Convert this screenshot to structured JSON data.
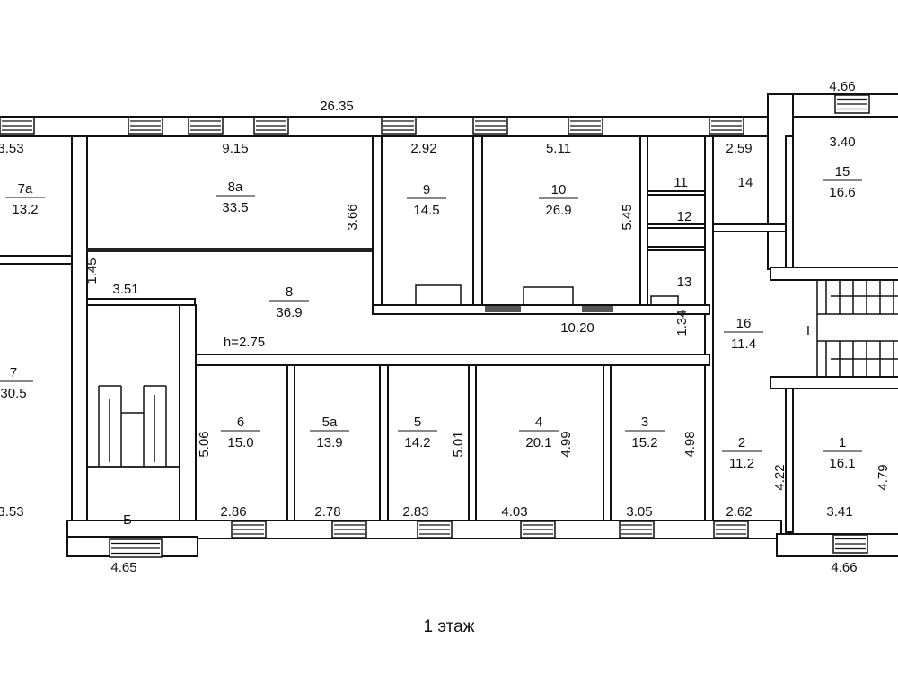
{
  "caption": "1 этаж",
  "ceiling_height": "h=2.75",
  "rooms": [
    {
      "id": "7a",
      "area": "13.2"
    },
    {
      "id": "7",
      "area": "30.5"
    },
    {
      "id": "8a",
      "area": "33.5"
    },
    {
      "id": "8",
      "area": "36.9"
    },
    {
      "id": "9",
      "area": "14.5"
    },
    {
      "id": "10",
      "area": "26.9"
    },
    {
      "id": "11",
      "area": ""
    },
    {
      "id": "12",
      "area": ""
    },
    {
      "id": "13",
      "area": ""
    },
    {
      "id": "14",
      "area": ""
    },
    {
      "id": "15",
      "area": "16.6"
    },
    {
      "id": "16",
      "area": "11.4"
    },
    {
      "id": "6",
      "area": "15.0"
    },
    {
      "id": "5a",
      "area": "13.9"
    },
    {
      "id": "5",
      "area": "14.2"
    },
    {
      "id": "4",
      "area": "20.1"
    },
    {
      "id": "3",
      "area": "15.2"
    },
    {
      "id": "2",
      "area": "11.2"
    },
    {
      "id": "1",
      "area": "16.1"
    },
    {
      "id": "Б",
      "area": ""
    },
    {
      "id": "I",
      "area": ""
    }
  ],
  "dimensions": [
    "26.35",
    "4.66",
    "3.53",
    "9.15",
    "2.92",
    "5.11",
    "2.59",
    "3.40",
    "3.66",
    "5.45",
    "1.45",
    "3.51",
    "10.20",
    "1.34",
    "5.06",
    "5.01",
    "4.99",
    "4.98",
    "4.22",
    "4.79",
    "3.53",
    "2.86",
    "2.78",
    "2.83",
    "4.03",
    "3.05",
    "2.62",
    "3.41",
    "4.65",
    "4.66"
  ]
}
